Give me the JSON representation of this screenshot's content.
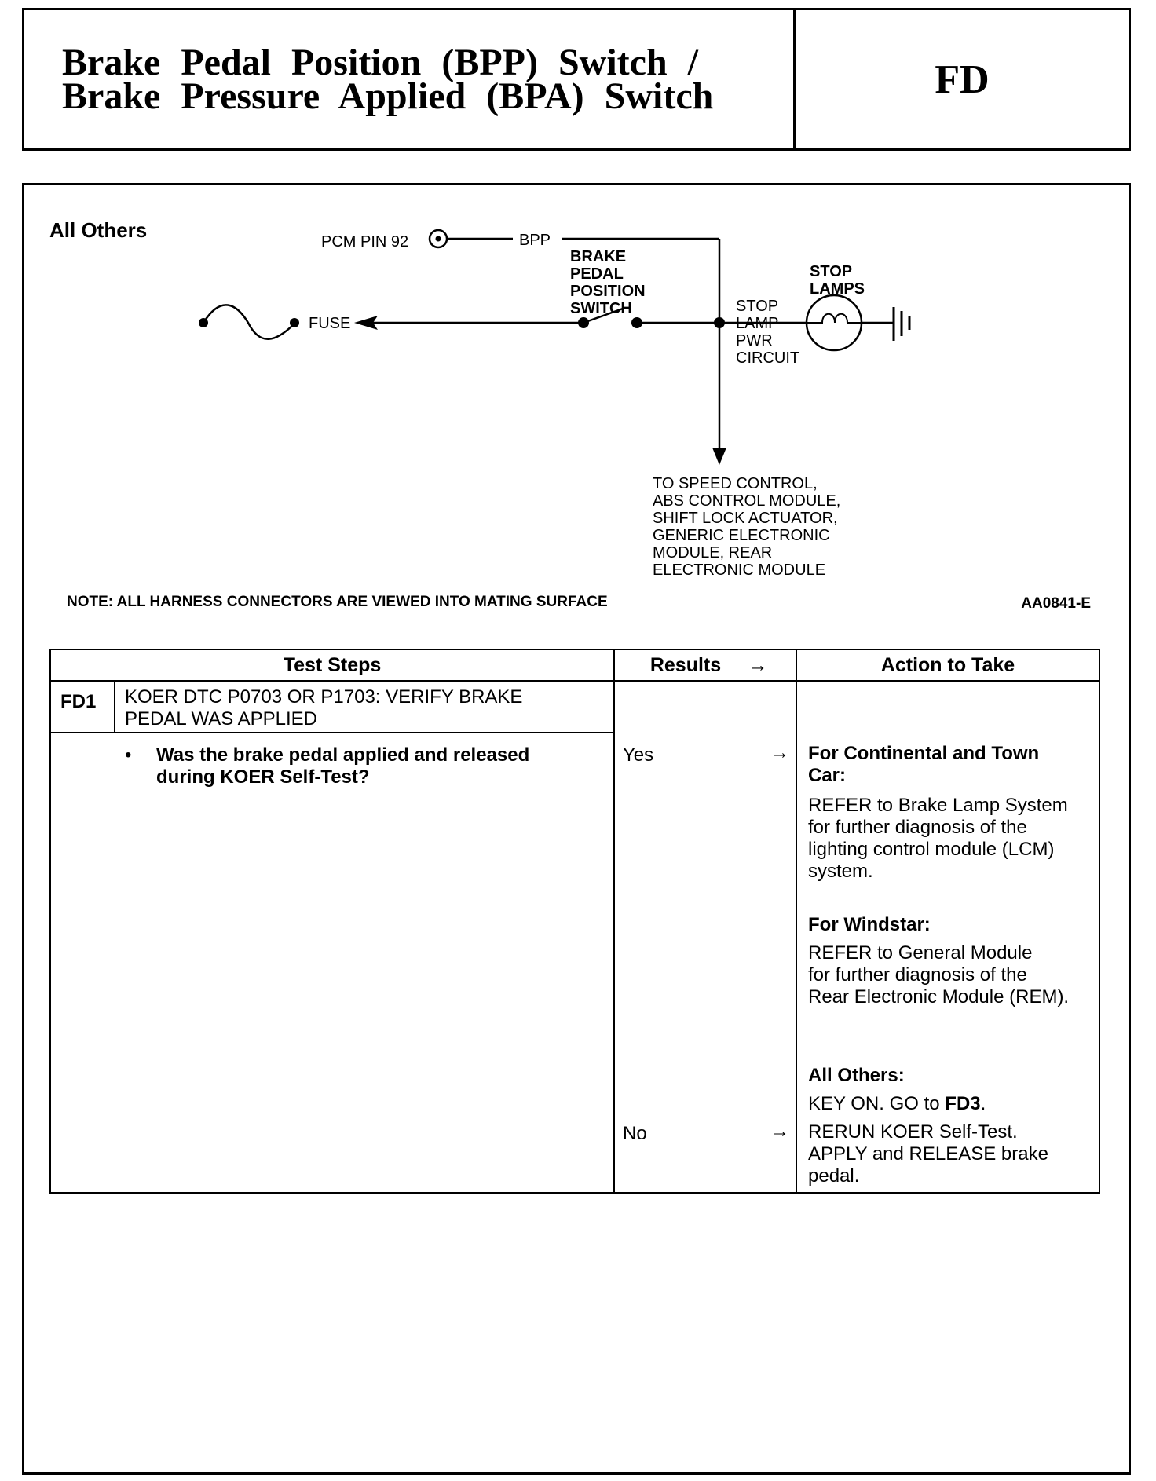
{
  "header": {
    "title_line1": "Brake Pedal Position (BPP) Switch /",
    "title_line2": "Brake Pressure Applied (BPA) Switch",
    "code": "FD"
  },
  "section_label": "All Others",
  "diagram": {
    "pcm_pin": "PCM PIN 92",
    "bpp": "BPP",
    "fuse": "FUSE",
    "switch_label": [
      "BRAKE",
      "PEDAL",
      "POSITION",
      "SWITCH"
    ],
    "stop_lamps": [
      "STOP",
      "LAMPS"
    ],
    "circuit_label": [
      "STOP",
      "LAMP",
      "PWR",
      "CIRCUIT"
    ],
    "to_label": [
      "TO SPEED CONTROL,",
      "ABS CONTROL MODULE,",
      "SHIFT LOCK ACTUATOR,",
      "GENERIC ELECTRONIC",
      "MODULE, REAR",
      "ELECTRONIC MODULE"
    ]
  },
  "note": "NOTE:  ALL HARNESS CONNECTORS ARE VIEWED INTO MATING SURFACE",
  "figure_ref": "AA0841-E",
  "table": {
    "headers": {
      "steps": "Test Steps",
      "results": "Results",
      "arrow": "→",
      "action": "Action to Take"
    },
    "step_id": "FD1",
    "step_title": [
      "KOER DTC P0703 OR P1703: VERIFY BRAKE",
      "PEDAL WAS APPLIED"
    ],
    "bullet": "•",
    "question": [
      "Was the brake pedal applied and released",
      "during KOER Self-Test?"
    ],
    "result_yes": "Yes",
    "result_no": "No",
    "arrow": "→",
    "actions": {
      "continental_heading": [
        "For Continental and Town",
        "Car:"
      ],
      "continental_text": [
        "REFER to Brake Lamp System",
        "for further diagnosis of the",
        "lighting control module (LCM)",
        "system."
      ],
      "windstar_heading": "For Windstar:",
      "windstar_text": [
        "REFER to General Module",
        "for further diagnosis of the",
        "Rear Electronic Module (REM)."
      ],
      "others_heading": "All Others:",
      "others_text_pre": "KEY ON. GO to ",
      "others_text_bold": "FD3",
      "others_text_post": ".",
      "no_text": [
        "RERUN KOER Self-Test.",
        "APPLY and RELEASE brake",
        "pedal."
      ]
    }
  }
}
